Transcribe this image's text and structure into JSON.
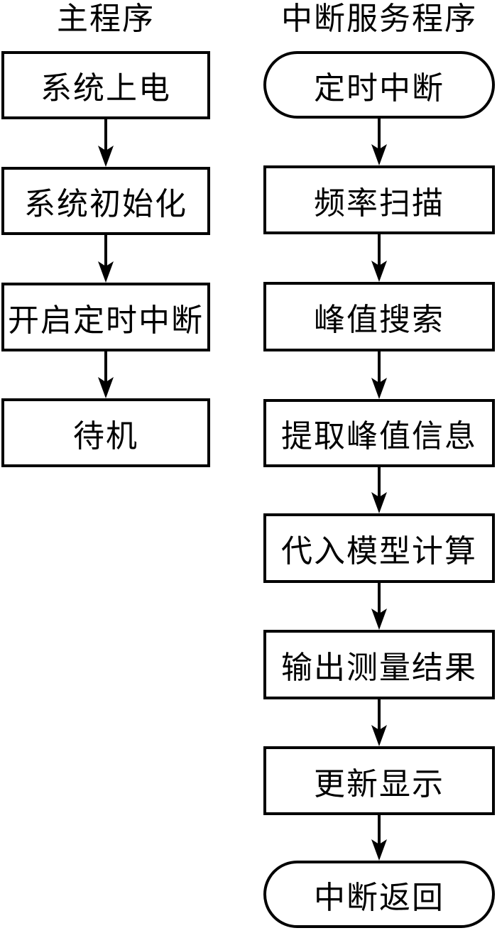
{
  "flowchart": {
    "columns": [
      {
        "title": "主程序",
        "nodes": [
          {
            "label": "系统上电",
            "shape": "rect"
          },
          {
            "label": "系统初始化",
            "shape": "rect"
          },
          {
            "label": "开启定时中断",
            "shape": "rect"
          },
          {
            "label": "待机",
            "shape": "rect"
          }
        ]
      },
      {
        "title": "中断服务程序",
        "nodes": [
          {
            "label": "定时中断",
            "shape": "stadium"
          },
          {
            "label": "频率扫描",
            "shape": "rect"
          },
          {
            "label": "峰值搜索",
            "shape": "rect"
          },
          {
            "label": "提取峰值信息",
            "shape": "rect"
          },
          {
            "label": "代入模型计算",
            "shape": "rect"
          },
          {
            "label": "输出测量结果",
            "shape": "rect"
          },
          {
            "label": "更新显示",
            "shape": "rect"
          },
          {
            "label": "中断返回",
            "shape": "stadium"
          }
        ]
      }
    ],
    "colors": {
      "line": "#000000",
      "background": "#ffffff",
      "box_fill": "#ffffff"
    }
  }
}
